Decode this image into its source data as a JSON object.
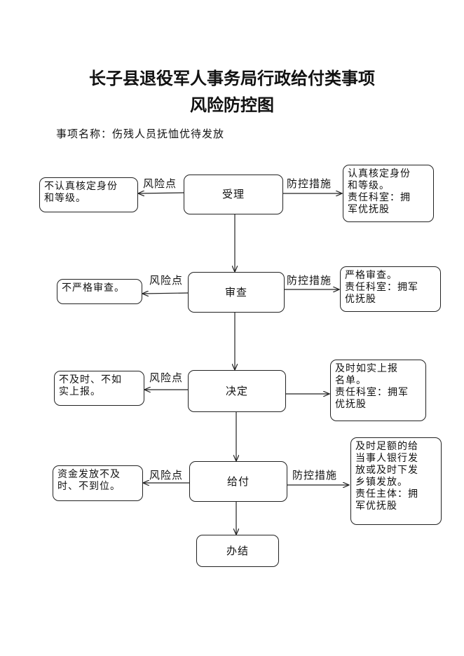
{
  "title_line1": "长子县退役军人事务局行政给付类事项",
  "title_line2": "风险防控图",
  "item_name": "事项名称：伤残人员抚恤优待发放",
  "steps": [
    "受理",
    "审查",
    "决定",
    "给付",
    "办结"
  ],
  "risk_label": "风险点",
  "control_label": "防控措施",
  "risks": [
    "不认真核定身份\n和等级。",
    "不严格审查。",
    "不及时、不如\n实上报。",
    "资金发放不及\n时、不到位。"
  ],
  "controls": [
    "认真核定身份\n和等级。\n责任科室：拥\n军优抚股",
    "严格审查。\n责任科室：拥军\n优抚股",
    "及时如实上报\n名单。\n责任科室：拥军\n优抚股",
    "及时足额的给\n当事人银行发\n放或及时下发\n乡镇发放。\n责任主体：拥\n军优抚股"
  ]
}
